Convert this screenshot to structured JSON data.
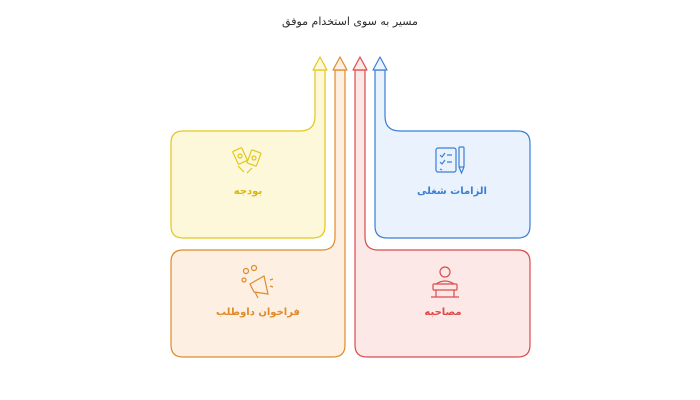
{
  "title": "مسیر به سوی استخدام موفق",
  "cards": {
    "budget": {
      "label": "بودجه",
      "icon": "money-icon",
      "color": "#e2c81a",
      "fill": "#fdf8d9"
    },
    "requirements": {
      "label": "الزامات شغلی",
      "icon": "checklist-icon",
      "color": "#3a7fd5",
      "fill": "#eaf2fd"
    },
    "recruitment": {
      "label": "فراخوان داوطلب",
      "icon": "megaphone-icon",
      "color": "#e08a2a",
      "fill": "#fdefe1"
    },
    "interview": {
      "label": "مصاحبه",
      "icon": "interview-icon",
      "color": "#dc4a4a",
      "fill": "#fde8e8"
    }
  }
}
